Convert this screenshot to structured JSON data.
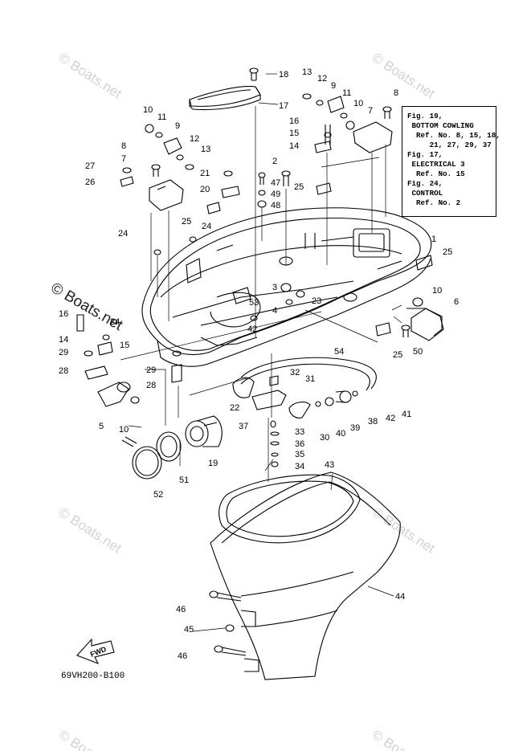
{
  "reference_box": {
    "lines": [
      "Fig. 19,",
      " BOTTOM COWLING",
      "  Ref. No. 8, 15, 18,",
      "     21, 27, 29, 37",
      "Fig. 17,",
      " ELECTRICAL 3",
      "  Ref. No. 15",
      "Fig. 24,",
      " CONTROL",
      "  Ref. No. 2"
    ]
  },
  "watermark": "© Boats.net",
  "diagram_code": "69VH200-B100",
  "fwd_label": "FWD",
  "callouts": [
    {
      "id": "c18",
      "num": "18"
    },
    {
      "id": "c17",
      "num": "17"
    },
    {
      "id": "c13a",
      "num": "13"
    },
    {
      "id": "c12a",
      "num": "12"
    },
    {
      "id": "c9a",
      "num": "9"
    },
    {
      "id": "c11a",
      "num": "11"
    },
    {
      "id": "c10a",
      "num": "10"
    },
    {
      "id": "c7a",
      "num": "7"
    },
    {
      "id": "c8a",
      "num": "8"
    },
    {
      "id": "c16a",
      "num": "16"
    },
    {
      "id": "c15a",
      "num": "15"
    },
    {
      "id": "c14a",
      "num": "14"
    },
    {
      "id": "c10b",
      "num": "10"
    },
    {
      "id": "c11b",
      "num": "11"
    },
    {
      "id": "c9b",
      "num": "9"
    },
    {
      "id": "c12b",
      "num": "12"
    },
    {
      "id": "c13b",
      "num": "13"
    },
    {
      "id": "c8b",
      "num": "8"
    },
    {
      "id": "c7b",
      "num": "7"
    },
    {
      "id": "c27",
      "num": "27"
    },
    {
      "id": "c26",
      "num": "26"
    },
    {
      "id": "c21",
      "num": "21"
    },
    {
      "id": "c20",
      "num": "20"
    },
    {
      "id": "c2",
      "num": "2"
    },
    {
      "id": "c47",
      "num": "47"
    },
    {
      "id": "c49",
      "num": "49"
    },
    {
      "id": "c48",
      "num": "48"
    },
    {
      "id": "c25a",
      "num": "25"
    },
    {
      "id": "c25b",
      "num": "25"
    },
    {
      "id": "c24a",
      "num": "24"
    },
    {
      "id": "c24b",
      "num": "24"
    },
    {
      "id": "c1",
      "num": "1"
    },
    {
      "id": "c25c",
      "num": "25"
    },
    {
      "id": "c3",
      "num": "3"
    },
    {
      "id": "c4",
      "num": "4"
    },
    {
      "id": "c23",
      "num": "23"
    },
    {
      "id": "c53",
      "num": "53"
    },
    {
      "id": "c42a",
      "num": "42"
    },
    {
      "id": "c10c",
      "num": "10"
    },
    {
      "id": "c6",
      "num": "6"
    },
    {
      "id": "c50",
      "num": "50"
    },
    {
      "id": "c25d",
      "num": "25"
    },
    {
      "id": "c16b",
      "num": "16"
    },
    {
      "id": "c24c",
      "num": "24"
    },
    {
      "id": "c15b",
      "num": "15"
    },
    {
      "id": "c14b",
      "num": "14"
    },
    {
      "id": "c29a",
      "num": "29"
    },
    {
      "id": "c28a",
      "num": "28"
    },
    {
      "id": "c29b",
      "num": "29"
    },
    {
      "id": "c28b",
      "num": "28"
    },
    {
      "id": "c54",
      "num": "54"
    },
    {
      "id": "c32",
      "num": "32"
    },
    {
      "id": "c31",
      "num": "31"
    },
    {
      "id": "c22",
      "num": "22"
    },
    {
      "id": "c5",
      "num": "5"
    },
    {
      "id": "c10d",
      "num": "10"
    },
    {
      "id": "c42b",
      "num": "42"
    },
    {
      "id": "c41",
      "num": "41"
    },
    {
      "id": "c38",
      "num": "38"
    },
    {
      "id": "c39",
      "num": "39"
    },
    {
      "id": "c40",
      "num": "40"
    },
    {
      "id": "c30",
      "num": "30"
    },
    {
      "id": "c37",
      "num": "37"
    },
    {
      "id": "c33",
      "num": "33"
    },
    {
      "id": "c36",
      "num": "36"
    },
    {
      "id": "c35",
      "num": "35"
    },
    {
      "id": "c34",
      "num": "34"
    },
    {
      "id": "c19",
      "num": "19"
    },
    {
      "id": "c51",
      "num": "51"
    },
    {
      "id": "c52",
      "num": "52"
    },
    {
      "id": "c43",
      "num": "43"
    },
    {
      "id": "c44",
      "num": "44"
    },
    {
      "id": "c46a",
      "num": "46"
    },
    {
      "id": "c45",
      "num": "45"
    },
    {
      "id": "c46b",
      "num": "46"
    }
  ]
}
